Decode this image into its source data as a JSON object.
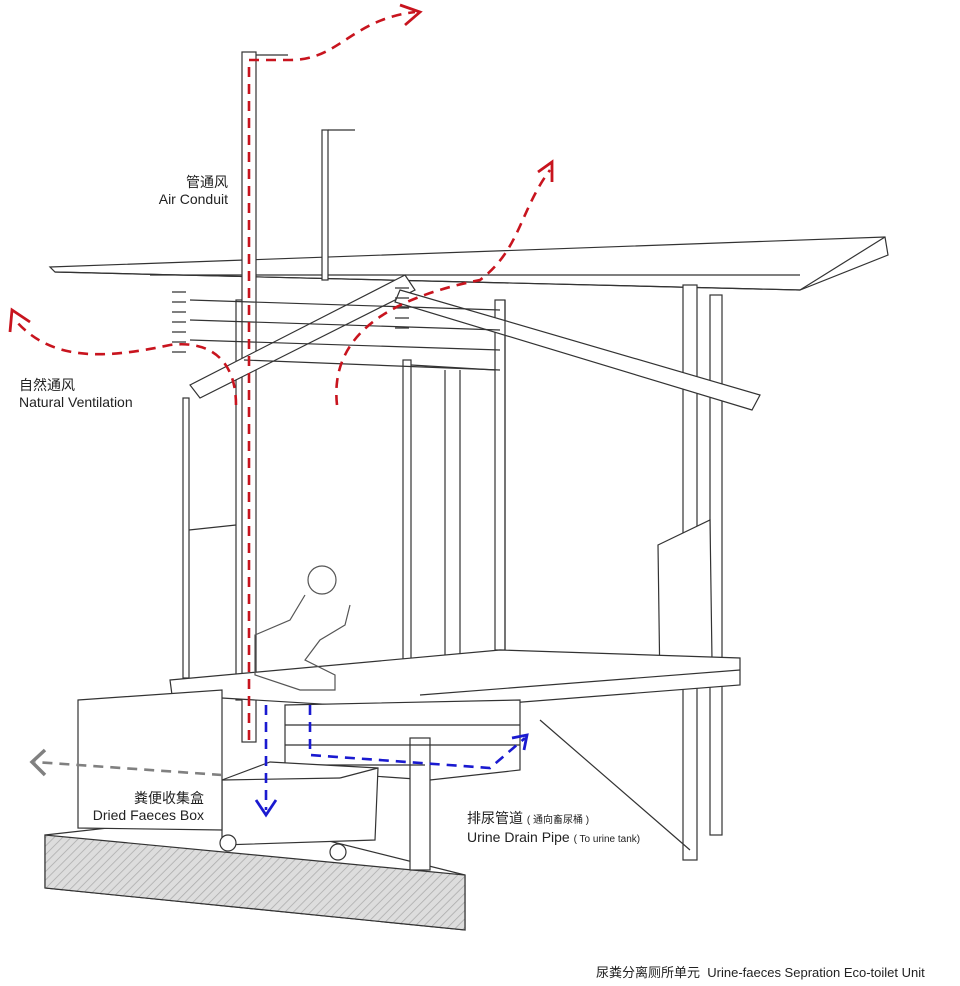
{
  "labels": {
    "air_conduit": {
      "zh": "管通风",
      "en": "Air Conduit"
    },
    "natural_ventilation": {
      "zh": "自然通风",
      "en": "Natural Ventilation"
    },
    "faeces_box": {
      "zh": "粪便收集盒",
      "en": "Dried Faeces Box"
    },
    "urine_pipe": {
      "zh": "排尿管道",
      "zh_note": "( 通向畜尿桶 )",
      "en": "Urine Drain Pipe",
      "en_note": "( To urine tank)"
    }
  },
  "caption": {
    "zh": "尿粪分离厕所单元",
    "en": "Urine-faeces Sepration Eco-toilet Unit"
  },
  "colors": {
    "air_flow": "#c8141e",
    "urine_flow": "#1a1ad0",
    "faeces_flow": "#808080",
    "line": "#333333"
  }
}
